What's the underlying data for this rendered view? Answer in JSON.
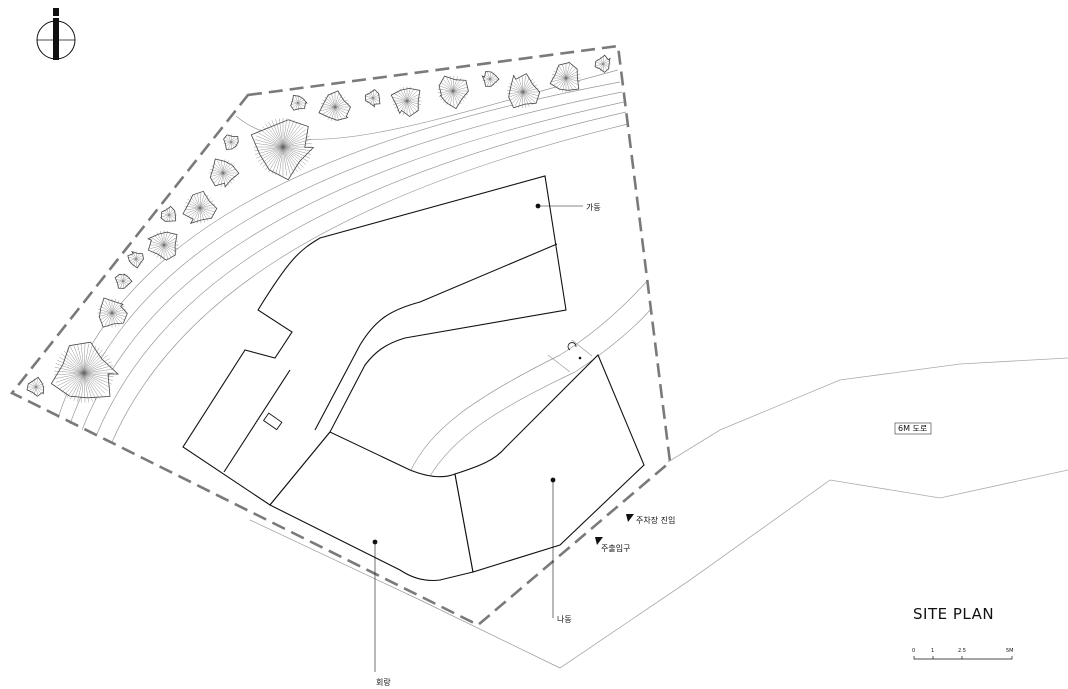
{
  "labels": {
    "building_ga": "가동",
    "building_na": "나동",
    "corridor": "회랑",
    "parking_entry": "주차장 진입",
    "main_entrance": "주출입구",
    "road": "6M 도로"
  },
  "title": "SITE PLAN",
  "scale_bar": {
    "ticks": [
      "0",
      "1",
      "2.5",
      "5M"
    ]
  },
  "colors": {
    "line": "#111111",
    "hatch": "#cfcfcf",
    "property_line": "#7a7a7a",
    "contour": "#999999"
  },
  "icons": {
    "north_arrow": "north-arrow-icon",
    "entry_marker": "entry-triangle-icon"
  }
}
